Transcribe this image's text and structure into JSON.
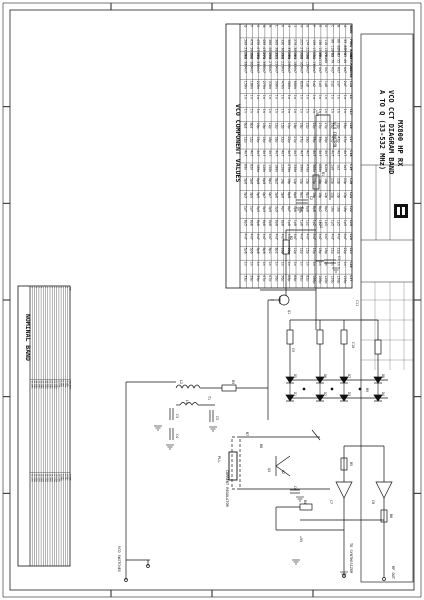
{
  "title_block": {
    "line1": "MX800 HP RX",
    "line2": "VCO CCT DIAGRAM BAND",
    "line3": "A TO Q (33-532 MHz)"
  },
  "vco_table": {
    "title": "VCO COMPONENT VALUES",
    "columns": [
      "BAND",
      "FREQ RANGE",
      "SWITCHING BW",
      "C13",
      "C14",
      "L1",
      "C15",
      "C16",
      "C17",
      "C18",
      "C19",
      "C20",
      "C21",
      "C22",
      "C23",
      "C24",
      "C25",
      "C26",
      "C27"
    ],
    "rows": [
      [
        "A",
        "33-88MHz",
        "33-44",
        "4n7",
        "2u7",
        "1n",
        "1n",
        "33p",
        "47p",
        "4n7",
        "1u5",
        "22p",
        "15p",
        "10p",
        "1p5",
        "4n7",
        "22p",
        "1n",
        "150p"
      ],
      [
        "B",
        "66-88MHz",
        "43-55",
        "4n7",
        "2u7",
        "1n",
        "1n",
        "33p",
        "47p",
        "4n7",
        "1u2",
        "22p",
        "15p",
        "10p",
        "1p5",
        "4n7",
        "22p",
        "1n",
        "150p"
      ],
      [
        "C",
        "88-118MHz",
        "55-70",
        "4n7",
        "2u2",
        "1n",
        "1n",
        "33p",
        "47p",
        "4n7",
        "1u0",
        "22p",
        "12p",
        "10p",
        "1p5",
        "4n7",
        "22p",
        "1n",
        "120p"
      ],
      [
        "D",
        "118-136MHz",
        "70-88",
        "4n7",
        "1u8",
        "1n",
        "1n",
        "27p",
        "39p",
        "4n7",
        "820n",
        "18p",
        "12p",
        "8p2",
        "1p5",
        "4n7",
        "18p",
        "1n",
        "120p"
      ],
      [
        "E",
        "136-150MHz",
        "88-112",
        "4n7",
        "1u5",
        "1n",
        "1n",
        "27p",
        "39p",
        "4n7",
        "680n",
        "18p",
        "10p",
        "8p2",
        "1p2",
        "4n7",
        "18p",
        "1n",
        "100p"
      ],
      [
        "F",
        "150-174MHz",
        "112-136",
        "4n7",
        "1u2",
        "1n",
        "1n",
        "22p",
        "33p",
        "4n7",
        "560n",
        "15p",
        "10p",
        "6p8",
        "1p2",
        "4n7",
        "15p",
        "1n",
        "100p"
      ],
      [
        "G",
        "174-225MHz",
        "136-150",
        "4n7",
        "1u0",
        "1n",
        "1n",
        "22p",
        "33p",
        "4n7",
        "470n",
        "15p",
        "8p2",
        "6p8",
        "1p2",
        "4n7",
        "15p",
        "1n",
        "82p"
      ],
      [
        "H",
        "225-270MHz",
        "150-165",
        "4n7",
        "820n",
        "1n",
        "1n",
        "18p",
        "27p",
        "4n7",
        "390n",
        "12p",
        "8p2",
        "5p6",
        "1p0",
        "4n7",
        "12p",
        "1n",
        "82p"
      ],
      [
        "I",
        "270-300MHz",
        "165-180",
        "4n7",
        "680n",
        "1n",
        "1n",
        "18p",
        "27p",
        "4n7",
        "330n",
        "12p",
        "6p8",
        "5p6",
        "1p0",
        "4n7",
        "12p",
        "1n",
        "68p"
      ],
      [
        "J",
        "300-336MHz",
        "180-200",
        "4n7",
        "560n",
        "1n",
        "1n",
        "15p",
        "22p",
        "4n7",
        "270n",
        "10p",
        "6p8",
        "4p7",
        "1p0",
        "4n7",
        "10p",
        "1n",
        "68p"
      ],
      [
        "K",
        "336-360MHz",
        "200-225",
        "4n7",
        "470n",
        "1n",
        "1n",
        "15p",
        "22p",
        "4n7",
        "220n",
        "10p",
        "5p6",
        "4p7",
        "0p8",
        "4n7",
        "10p",
        "1n",
        "56p"
      ],
      [
        "L",
        "360-380MHz",
        "225-250",
        "4n7",
        "390n",
        "1n",
        "1n",
        "12p",
        "18p",
        "4n7",
        "180n",
        "8p2",
        "5p6",
        "3p9",
        "0p8",
        "4n7",
        "8p2",
        "1n",
        "56p"
      ],
      [
        "M",
        "380-400MHz",
        "250-270",
        "4n7",
        "330n",
        "1n",
        "1n",
        "12p",
        "18p",
        "4n7",
        "150n",
        "8p2",
        "4p7",
        "3p9",
        "0p8",
        "4n7",
        "8p2",
        "1n",
        "47p"
      ],
      [
        "N",
        "400-430MHz",
        "270-300",
        "4n7",
        "270n",
        "1n",
        "1n",
        "10p",
        "15p",
        "4n7",
        "120n",
        "6p8",
        "4p7",
        "3p3",
        "0p6",
        "4n7",
        "6p8",
        "1n",
        "47p"
      ],
      [
        "O",
        "430-470MHz",
        "300-336",
        "4n7",
        "220n",
        "1n",
        "1n",
        "10p",
        "15p",
        "4n7",
        "100n",
        "6p8",
        "3p9",
        "3p3",
        "0p6",
        "4n7",
        "6p8",
        "1n",
        "39p"
      ],
      [
        "P",
        "470-500MHz",
        "336-360",
        "4n7",
        "180n",
        "1n",
        "1n",
        "8p2",
        "12p",
        "4n7",
        "82n",
        "5p6",
        "3p9",
        "2p7",
        "0p6",
        "4n7",
        "5p6",
        "1n",
        "39p"
      ],
      [
        "Q",
        "500-532MHz",
        "360-380",
        "4n7",
        "150n",
        "1n",
        "1n",
        "8p2",
        "12p",
        "4n7",
        "68n",
        "5p6",
        "3p3",
        "2p7",
        "0p5",
        "4n7",
        "5p6",
        "1n",
        "33p"
      ]
    ]
  },
  "band_table": {
    "title": "NOMINAL BAND",
    "columns": [
      "BAND",
      "FREQ RANGE",
      "LO RANGE"
    ],
    "rows": [
      [
        "A",
        "33-44MHz",
        "54-65MHz"
      ],
      [
        "B",
        "43-55MHz",
        "65-76MHz"
      ],
      [
        "C",
        "55-70MHz",
        "76-91MHz"
      ],
      [
        "D",
        "66-88MHz",
        "87-109MHz"
      ],
      [
        "E",
        "88-112MHz",
        "109-133MHz"
      ],
      [
        "F",
        "112-136MHz",
        "133-157MHz"
      ],
      [
        "G",
        "136-150MHz",
        "157-171MHz"
      ],
      [
        "H",
        "150-165MHz",
        "171-186MHz"
      ],
      [
        "I",
        "165-180MHz",
        "186-201MHz"
      ],
      [
        "J",
        "180-200MHz",
        "201-221MHz"
      ],
      [
        "K",
        "200-225MHz",
        "221-246MHz"
      ],
      [
        "L",
        "225-250MHz",
        "246-271MHz"
      ],
      [
        "M",
        "250-270MHz",
        "271-291MHz"
      ],
      [
        "N",
        "270-300MHz",
        "291-321MHz"
      ],
      [
        "O",
        "300-336MHz",
        "321-357MHz"
      ],
      [
        "P",
        "336-360MHz",
        "357-381MHz"
      ],
      [
        "Q",
        "360-400MHz",
        "381-421MHz"
      ]
    ]
  },
  "schematic_labels": {
    "vco_control": "VCO CONTROL",
    "vco_switches": "VCO SWITCHES",
    "current_regulator": "CURRENT REGULATOR",
    "pll": "PLL",
    "to_synthesizer": "TO SYNTHESIZER",
    "rf_out": "RF OUT",
    "refs": [
      "C1",
      "C2",
      "C3",
      "C4",
      "C5",
      "C6",
      "C7",
      "C8",
      "C9",
      "C10",
      "C11",
      "C12",
      "R1",
      "R2",
      "R3",
      "R4",
      "R5",
      "R6",
      "R7",
      "R8",
      "R9",
      "Q1",
      "Q2",
      "Q3",
      "L2",
      "L3",
      "D1",
      "D2",
      "D3",
      "D4",
      "D5",
      "D6",
      "D7",
      "D8",
      "T1",
      "+5V",
      "+9V"
    ]
  }
}
